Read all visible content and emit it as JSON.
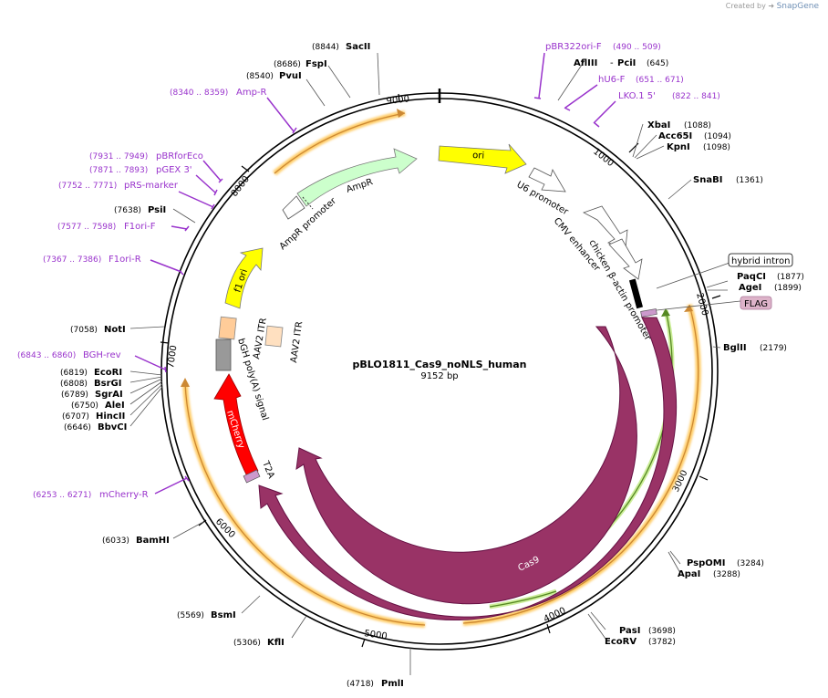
{
  "credit": {
    "prefix": "Created by",
    "brand": "SnapGene"
  },
  "plasmid": {
    "name": "pBLO1811_Cas9_noNLS_human",
    "length": "9152 bp"
  },
  "ticks": [
    "1000",
    "2000",
    "3000",
    "4000",
    "5000",
    "6000",
    "7000",
    "8000",
    "9000"
  ],
  "sites": [
    {
      "name": "SacII",
      "pos": "(8844)"
    },
    {
      "name": "FspI",
      "pos": "(8686)"
    },
    {
      "name": "PvuI",
      "pos": "(8540)"
    },
    {
      "name": "PsiI",
      "pos": "(7638)"
    },
    {
      "name": "NotI",
      "pos": "(7058)"
    },
    {
      "name": "EcoRI",
      "pos": "(6819)"
    },
    {
      "name": "BsrGI",
      "pos": "(6808)"
    },
    {
      "name": "SgrAI",
      "pos": "(6789)"
    },
    {
      "name": "AleI",
      "pos": "(6750)"
    },
    {
      "name": "HincII",
      "pos": "(6707)"
    },
    {
      "name": "BbvCI",
      "pos": "(6646)"
    },
    {
      "name": "BamHI",
      "pos": "(6033)"
    },
    {
      "name": "BsmI",
      "pos": "(5569)"
    },
    {
      "name": "KflI",
      "pos": "(5306)"
    },
    {
      "name": "PmlI",
      "pos": "(4718)"
    },
    {
      "name": "PasI",
      "pos": "(3698)"
    },
    {
      "name": "EcoRV",
      "pos": "(3782)"
    },
    {
      "name": "PspOMI",
      "pos": "(3284)"
    },
    {
      "name": "ApaI",
      "pos": "(3288)"
    },
    {
      "name": "BglII",
      "pos": "(2179)"
    },
    {
      "name": "PaqCI",
      "pos": "(1877)"
    },
    {
      "name": "AgeI",
      "pos": "(1899)"
    },
    {
      "name": "SnaBI",
      "pos": "(1361)"
    },
    {
      "name": "XbaI",
      "pos": "(1088)"
    },
    {
      "name": "Acc65I",
      "pos": "(1094)"
    },
    {
      "name": "KpnI",
      "pos": "(1098)"
    },
    {
      "name": "AflIII",
      "pos": "(645)"
    },
    {
      "name": "PciI",
      "pos": ""
    }
  ],
  "primers": [
    {
      "name": "pBR322ori-F",
      "range": "(490 .. 509)"
    },
    {
      "name": "hU6-F",
      "range": "(651 .. 671)"
    },
    {
      "name": "LKO.1 5'",
      "range": "(822 .. 841)"
    },
    {
      "name": "Amp-R",
      "range": "(8340 .. 8359)"
    },
    {
      "name": "pBRforEco",
      "range": "(7931 .. 7949)"
    },
    {
      "name": "pGEX 3'",
      "range": "(7871 .. 7893)"
    },
    {
      "name": "pRS-marker",
      "range": "(7752 .. 7771)"
    },
    {
      "name": "F1ori-F",
      "range": "(7577 .. 7598)"
    },
    {
      "name": "F1ori-R",
      "range": "(7367 .. 7386)"
    },
    {
      "name": "BGH-rev",
      "range": "(6843 .. 6860)"
    },
    {
      "name": "mCherry-R",
      "range": "(6253 .. 6271)"
    }
  ],
  "features": {
    "ori": "ori",
    "u6": "U6 promoter",
    "cmv": "CMV enhancer",
    "cba": "chicken β-actin promoter",
    "hybrid": "hybrid intron",
    "flag": "FLAG",
    "cas9": "Cas9",
    "t2a": "T2A",
    "mcherry": "mCherry",
    "bgh": "bGH poly(A) signal",
    "itr": "AAV2 ITR",
    "f1": "f1 ori",
    "amp": "AmpR",
    "amp_prom": "AmpR promoter"
  },
  "colors": {
    "cas9": "#993366",
    "ori": "#ffff00",
    "f1": "#ffff00",
    "amp": "#ccffcc",
    "mcherry": "#ff0000",
    "itr": "#ffcc99",
    "bgh": "#999999",
    "flag": "#cc99cc",
    "primer": "#9933cc",
    "orf_orange": "#ffcc66",
    "orf_green": "#99cc66"
  }
}
